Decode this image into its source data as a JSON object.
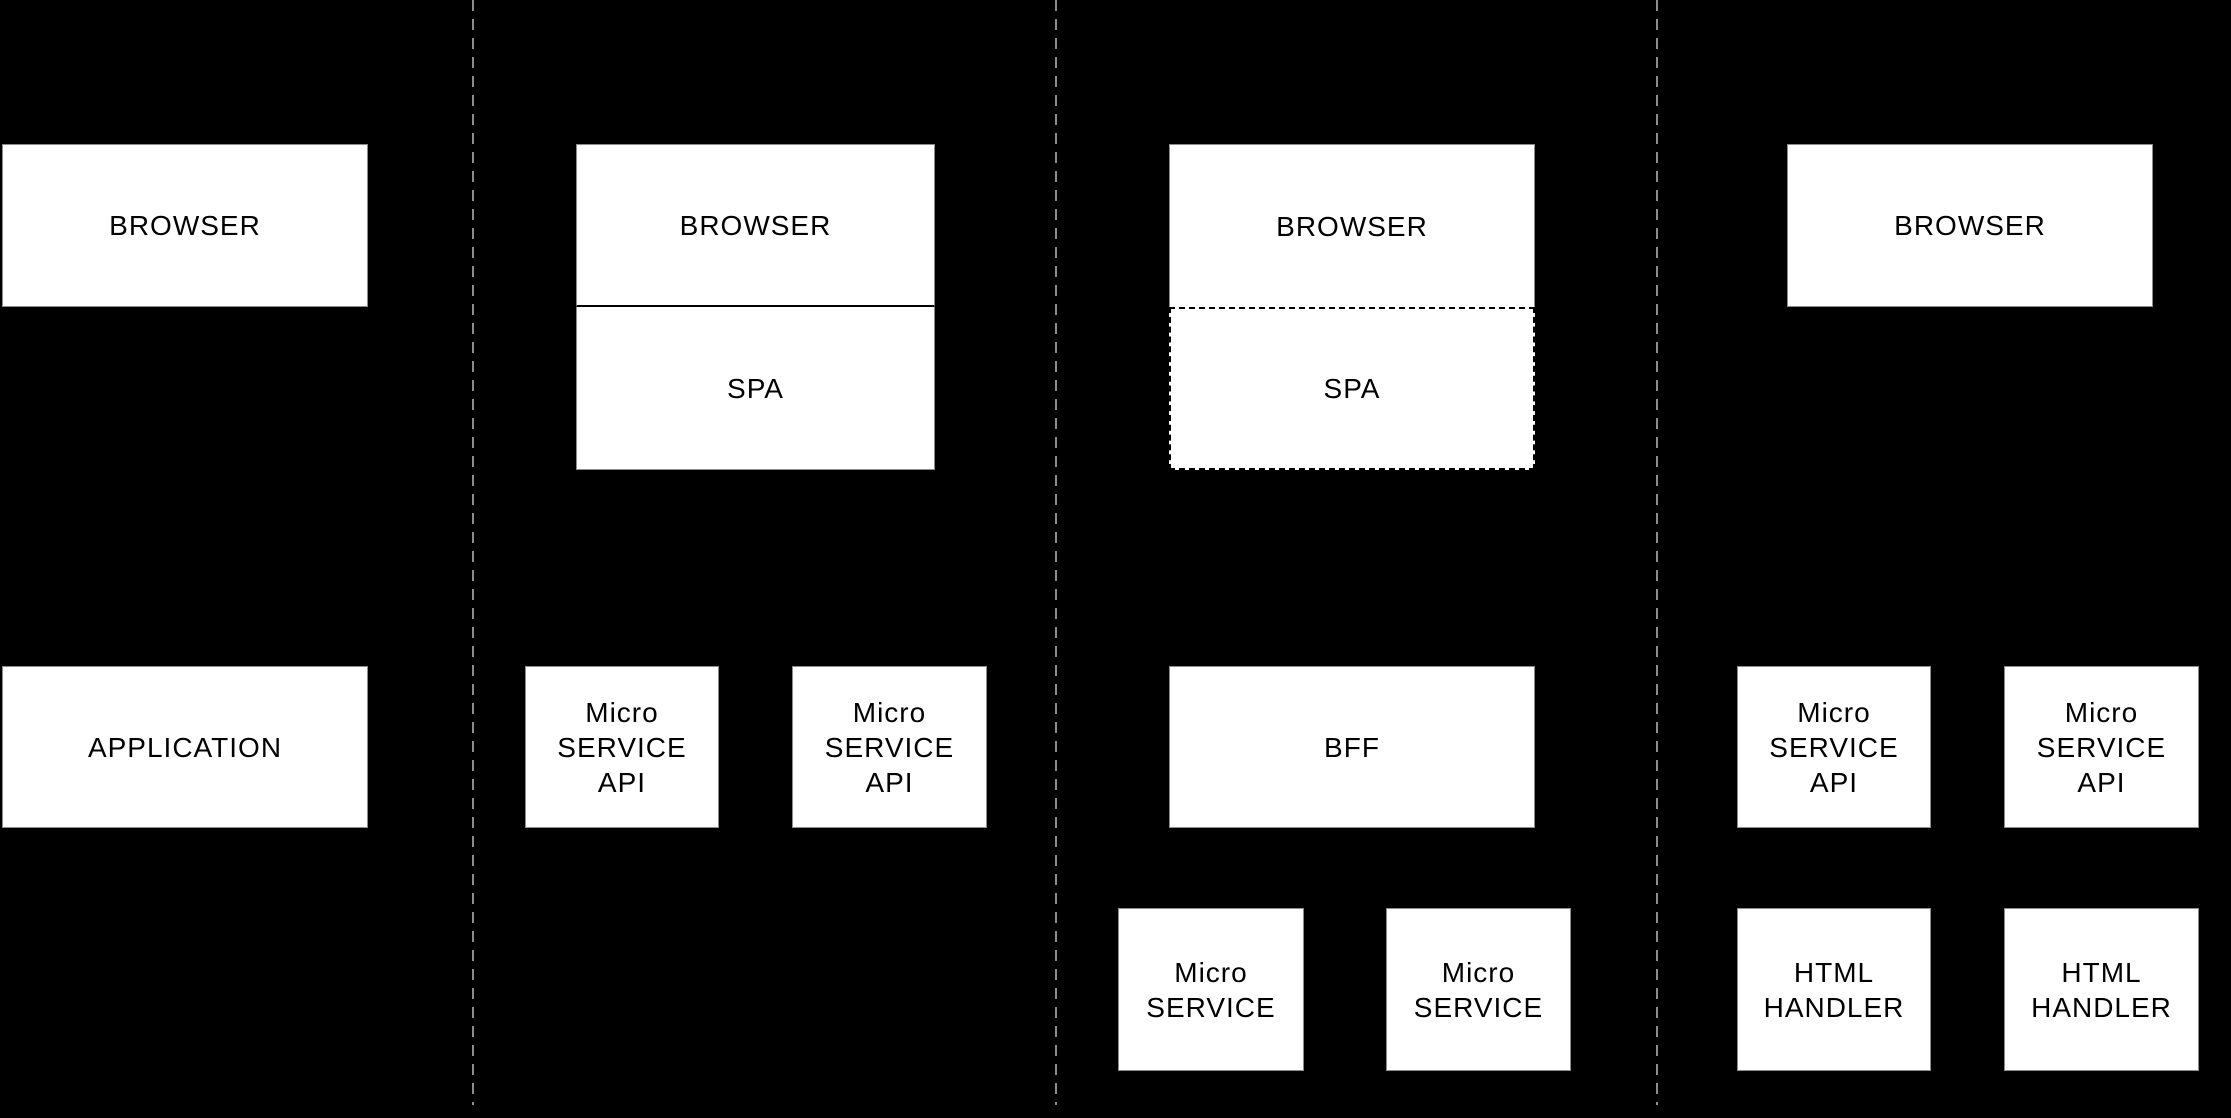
{
  "theme": {
    "background": "#000000",
    "box_fill": "#ffffff",
    "box_edge": "#8c8c8c",
    "divider": "#000000",
    "text_color": "#000000",
    "separator_color": "#8c8c8c"
  },
  "columns": [
    {
      "name": "column-1",
      "boxes": [
        {
          "id": "browser",
          "label": "BROWSER"
        },
        {
          "id": "application",
          "label": "APPLICATION"
        }
      ]
    },
    {
      "name": "column-2",
      "boxes": [
        {
          "id": "browser",
          "label": "BROWSER"
        },
        {
          "id": "spa",
          "label": "SPA"
        },
        {
          "id": "micro-service-api-1",
          "label": "Micro\nSERVICE\nAPI"
        },
        {
          "id": "micro-service-api-2",
          "label": "Micro\nSERVICE\nAPI"
        }
      ]
    },
    {
      "name": "column-3",
      "boxes": [
        {
          "id": "browser",
          "label": "BROWSER"
        },
        {
          "id": "spa",
          "label": "SPA"
        },
        {
          "id": "bff",
          "label": "BFF"
        },
        {
          "id": "micro-service-1",
          "label": "Micro\nSERVICE"
        },
        {
          "id": "micro-service-2",
          "label": "Micro\nSERVICE"
        }
      ]
    },
    {
      "name": "column-4",
      "boxes": [
        {
          "id": "browser",
          "label": "BROWSER"
        },
        {
          "id": "micro-service-api-1",
          "label": "Micro\nSERVICE\nAPI"
        },
        {
          "id": "micro-service-api-2",
          "label": "Micro\nSERVICE\nAPI"
        },
        {
          "id": "html-handler-1",
          "label": "HTML\nHANDLER"
        },
        {
          "id": "html-handler-2",
          "label": "HTML\nHANDLER"
        }
      ]
    }
  ]
}
